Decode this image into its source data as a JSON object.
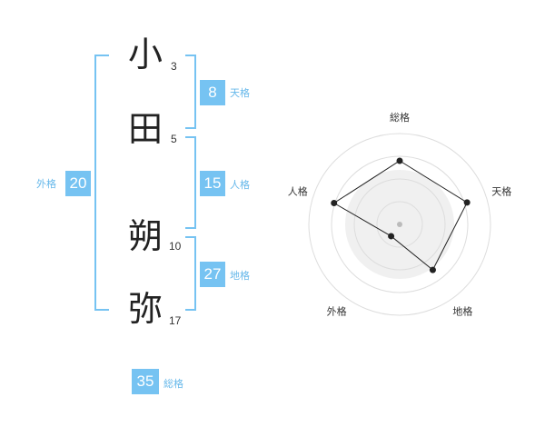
{
  "name": {
    "chars": [
      {
        "char": "小",
        "strokes": "3"
      },
      {
        "char": "田",
        "strokes": "5"
      },
      {
        "char": "朔",
        "strokes": "10"
      },
      {
        "char": "弥",
        "strokes": "17"
      }
    ]
  },
  "fortunes": {
    "tenkaku": {
      "value": "8",
      "label": "天格"
    },
    "jinkaku": {
      "value": "15",
      "label": "人格"
    },
    "chikaku": {
      "value": "27",
      "label": "地格"
    },
    "gaikaku": {
      "value": "20",
      "label": "外格"
    },
    "soukaku": {
      "value": "35",
      "label": "総格"
    }
  },
  "chart_data": {
    "type": "radar",
    "axes": [
      "総格",
      "天格",
      "地格",
      "外格",
      "人格"
    ],
    "rings": 4,
    "values": [
      3.5,
      3.9,
      3.1,
      0.8,
      3.8
    ],
    "max": 5,
    "colors": {
      "fill": "#f0f0f0",
      "grid": "#dddddd",
      "line": "#222222",
      "point": "#222222"
    }
  }
}
